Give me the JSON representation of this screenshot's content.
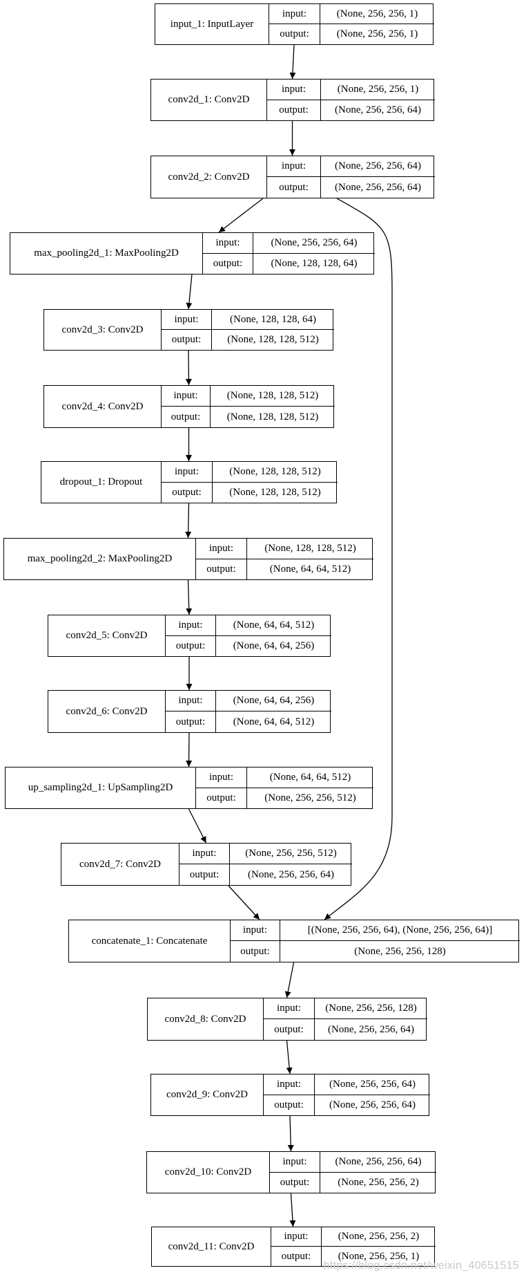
{
  "diagram": {
    "labels": {
      "input": "input:",
      "output": "output:"
    },
    "nodes": [
      {
        "id": "input_1",
        "name": "input_1: InputLayer",
        "input": "(None, 256, 256, 1)",
        "output": "(None, 256, 256, 1)"
      },
      {
        "id": "conv2d_1",
        "name": "conv2d_1: Conv2D",
        "input": "(None, 256, 256, 1)",
        "output": "(None, 256, 256, 64)"
      },
      {
        "id": "conv2d_2",
        "name": "conv2d_2: Conv2D",
        "input": "(None, 256, 256, 64)",
        "output": "(None, 256, 256, 64)"
      },
      {
        "id": "max_pooling2d_1",
        "name": "max_pooling2d_1: MaxPooling2D",
        "input": "(None, 256, 256, 64)",
        "output": "(None, 128, 128, 64)"
      },
      {
        "id": "conv2d_3",
        "name": "conv2d_3: Conv2D",
        "input": "(None, 128, 128, 64)",
        "output": "(None, 128, 128, 512)"
      },
      {
        "id": "conv2d_4",
        "name": "conv2d_4: Conv2D",
        "input": "(None, 128, 128, 512)",
        "output": "(None, 128, 128, 512)"
      },
      {
        "id": "dropout_1",
        "name": "dropout_1: Dropout",
        "input": "(None, 128, 128, 512)",
        "output": "(None, 128, 128, 512)"
      },
      {
        "id": "max_pooling2d_2",
        "name": "max_pooling2d_2: MaxPooling2D",
        "input": "(None, 128, 128, 512)",
        "output": "(None, 64, 64, 512)"
      },
      {
        "id": "conv2d_5",
        "name": "conv2d_5: Conv2D",
        "input": "(None, 64, 64, 512)",
        "output": "(None, 64, 64, 256)"
      },
      {
        "id": "conv2d_6",
        "name": "conv2d_6: Conv2D",
        "input": "(None, 64, 64, 256)",
        "output": "(None, 64, 64, 512)"
      },
      {
        "id": "up_sampling2d_1",
        "name": "up_sampling2d_1: UpSampling2D",
        "input": "(None, 64, 64, 512)",
        "output": "(None, 256, 256, 512)"
      },
      {
        "id": "conv2d_7",
        "name": "conv2d_7: Conv2D",
        "input": "(None, 256, 256, 512)",
        "output": "(None, 256, 256, 64)"
      },
      {
        "id": "concatenate_1",
        "name": "concatenate_1: Concatenate",
        "input": "[(None, 256, 256, 64), (None, 256, 256, 64)]",
        "output": "(None, 256, 256, 128)"
      },
      {
        "id": "conv2d_8",
        "name": "conv2d_8: Conv2D",
        "input": "(None, 256, 256, 128)",
        "output": "(None, 256, 256, 64)"
      },
      {
        "id": "conv2d_9",
        "name": "conv2d_9: Conv2D",
        "input": "(None, 256, 256, 64)",
        "output": "(None, 256, 256, 64)"
      },
      {
        "id": "conv2d_10",
        "name": "conv2d_10: Conv2D",
        "input": "(None, 256, 256, 64)",
        "output": "(None, 256, 256, 2)"
      },
      {
        "id": "conv2d_11",
        "name": "conv2d_11: Conv2D",
        "input": "(None, 256, 256, 2)",
        "output": "(None, 256, 256, 1)"
      }
    ],
    "edges": [
      {
        "from": "input_1",
        "to": "conv2d_1"
      },
      {
        "from": "conv2d_1",
        "to": "conv2d_2"
      },
      {
        "from": "conv2d_2",
        "to": "max_pooling2d_1"
      },
      {
        "from": "conv2d_2",
        "to": "concatenate_1"
      },
      {
        "from": "max_pooling2d_1",
        "to": "conv2d_3"
      },
      {
        "from": "conv2d_3",
        "to": "conv2d_4"
      },
      {
        "from": "conv2d_4",
        "to": "dropout_1"
      },
      {
        "from": "dropout_1",
        "to": "max_pooling2d_2"
      },
      {
        "from": "max_pooling2d_2",
        "to": "conv2d_5"
      },
      {
        "from": "conv2d_5",
        "to": "conv2d_6"
      },
      {
        "from": "conv2d_6",
        "to": "up_sampling2d_1"
      },
      {
        "from": "up_sampling2d_1",
        "to": "conv2d_7"
      },
      {
        "from": "conv2d_7",
        "to": "concatenate_1"
      },
      {
        "from": "concatenate_1",
        "to": "conv2d_8"
      },
      {
        "from": "conv2d_8",
        "to": "conv2d_9"
      },
      {
        "from": "conv2d_9",
        "to": "conv2d_10"
      },
      {
        "from": "conv2d_10",
        "to": "conv2d_11"
      }
    ]
  },
  "watermark": "https://blog.csdn.net/weixin_40651515"
}
